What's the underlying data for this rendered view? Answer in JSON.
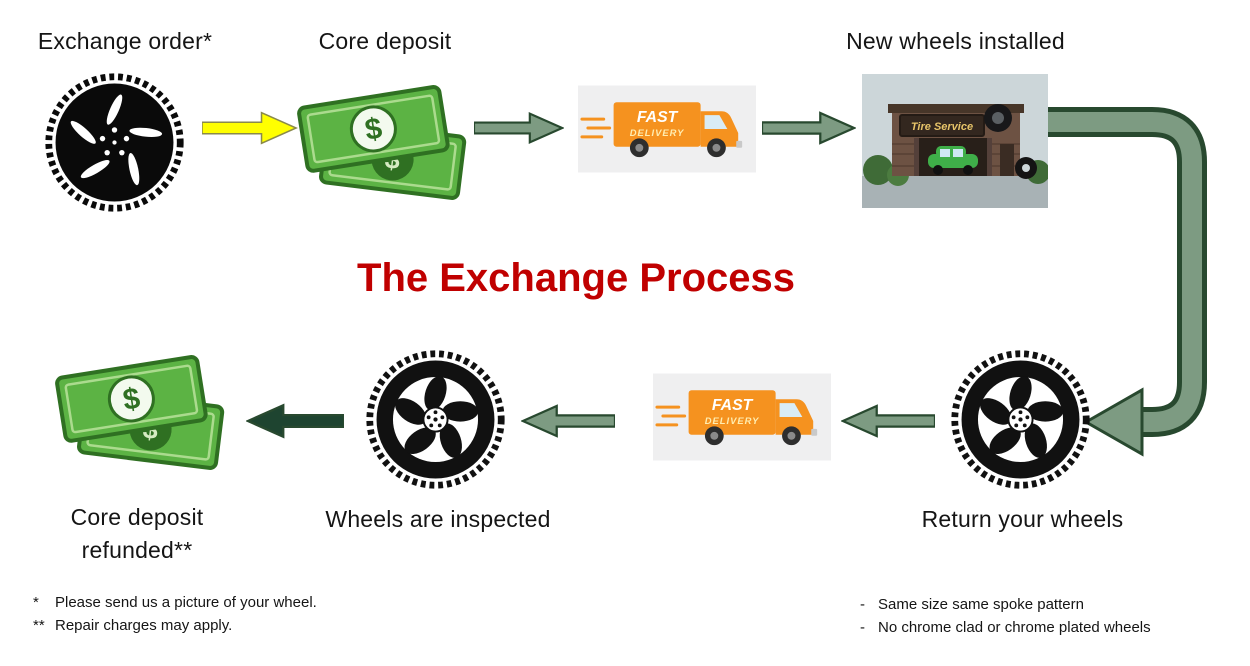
{
  "title": "The Exchange Process",
  "steps": {
    "exchange_order": "Exchange order*",
    "core_deposit": "Core deposit",
    "new_wheels_installed": "New wheels installed",
    "return_your_wheels": "Return your wheels",
    "wheels_are_inspected": "Wheels are inspected",
    "core_deposit_refunded_line1": "Core deposit",
    "core_deposit_refunded_line2": "refunded**"
  },
  "truck": {
    "line1": "FAST",
    "line2": "DELIVERY"
  },
  "shop": {
    "sign": "Tire Service"
  },
  "money": {
    "currency": "$"
  },
  "footnotes": {
    "left": [
      {
        "marker": "*",
        "text": "Please send us a picture of your wheel."
      },
      {
        "marker": "**",
        "text": "Repair charges may apply."
      }
    ],
    "right": [
      {
        "marker": "-",
        "text": "Same size same spoke pattern"
      },
      {
        "marker": "-",
        "text": "No chrome clad or chrome plated wheels"
      }
    ]
  },
  "icons": {
    "black_wheel": "black-alloy-wheel-icon",
    "white_wheel": "alloy-wheel-icon",
    "money": "cash-bills-icon",
    "truck": "fast-delivery-truck-icon",
    "shop": "tire-service-shop-icon",
    "arrow": "flow-arrow-icon"
  },
  "colors": {
    "title_red": "#C00000",
    "arrow_yellow": "#FFFF00",
    "arrow_green": "#7D9B82",
    "arrow_green_dark": "#28492F",
    "arrow_deep_green": "#1E4430",
    "money_green": "#5CB344",
    "money_dark": "#2F7022",
    "truck_orange": "#F5921F"
  }
}
